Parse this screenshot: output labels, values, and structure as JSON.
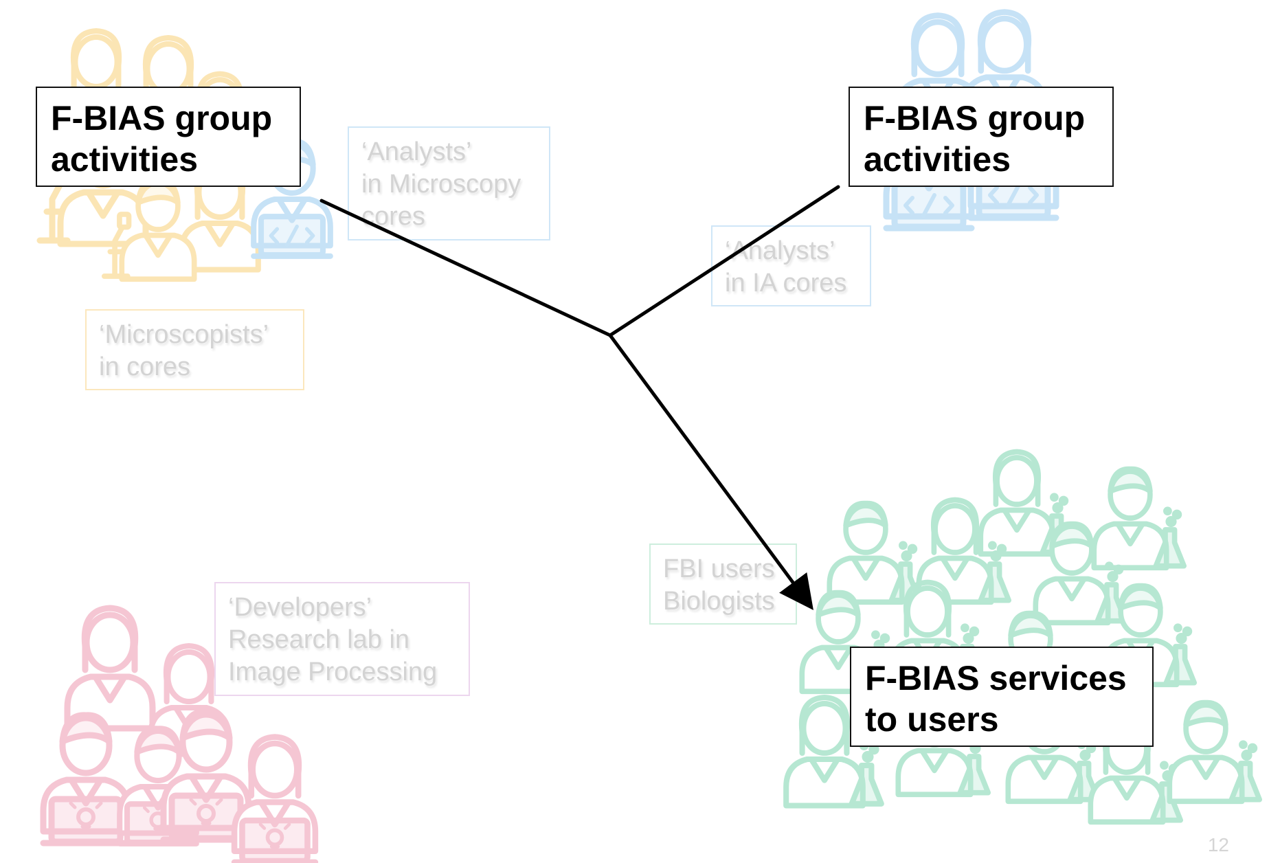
{
  "colors": {
    "microscopists": "#f7ca68",
    "analysts": "#8cc4ec",
    "developers": "#ea8ca6",
    "users": "#6ccfa5",
    "connector": "#000000"
  },
  "groups": {
    "microscopists": {
      "icon": "microscopist-group-icon",
      "label": [
        "‘Microscopists’",
        "in cores"
      ]
    },
    "analysts_microscopy": {
      "icon": "analyst-laptop-icon",
      "label": [
        "‘Analysts’",
        "in Microscopy",
        "cores"
      ]
    },
    "analysts_ia": {
      "icon": "analyst-pair-laptop-icon",
      "label": [
        "‘Analysts’",
        "in IA cores"
      ]
    },
    "developers": {
      "icon": "developer-group-icon",
      "label": [
        "‘Developers’",
        "Research lab in",
        "Image Processing"
      ]
    },
    "users": {
      "icon": "biologist-crowd-icon",
      "label": [
        "FBI users",
        "Biologists"
      ]
    }
  },
  "boxes": {
    "left": [
      "F-BIAS group",
      "activities"
    ],
    "right": [
      "F-BIAS group",
      "activities"
    ],
    "bottom": [
      "F-BIAS services",
      "to users"
    ]
  },
  "page_number": "12"
}
